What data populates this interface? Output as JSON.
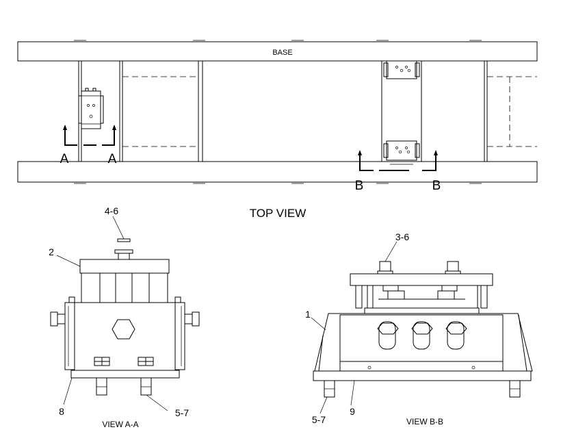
{
  "top_view": {
    "base_label": "BASE",
    "title": "TOP VIEW",
    "section_a_left": "A",
    "section_a_right": "A",
    "section_b_left": "B",
    "section_b_right": "B"
  },
  "view_aa": {
    "title": "VIEW A-A",
    "callouts": {
      "c46": "4-6",
      "c2": "2",
      "c8": "8",
      "c57": "5-7"
    }
  },
  "view_bb": {
    "title": "VIEW B-B",
    "callouts": {
      "c36": "3-6",
      "c1": "1",
      "c57": "5-7",
      "c9": "9"
    }
  },
  "colors": {
    "line": "#000000",
    "background": "#ffffff"
  }
}
